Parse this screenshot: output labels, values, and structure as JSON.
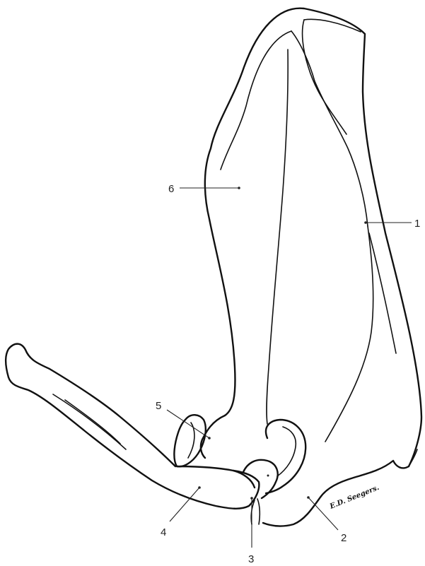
{
  "labels": [
    {
      "id": "1",
      "text": "1"
    },
    {
      "id": "2",
      "text": "2"
    },
    {
      "id": "3",
      "text": "3"
    },
    {
      "id": "4",
      "text": "4"
    },
    {
      "id": "5",
      "text": "5"
    },
    {
      "id": "6",
      "text": "6"
    }
  ],
  "signature": "E.D. Seegers.",
  "colors": {
    "ink": "#111111",
    "background": "#ffffff"
  }
}
